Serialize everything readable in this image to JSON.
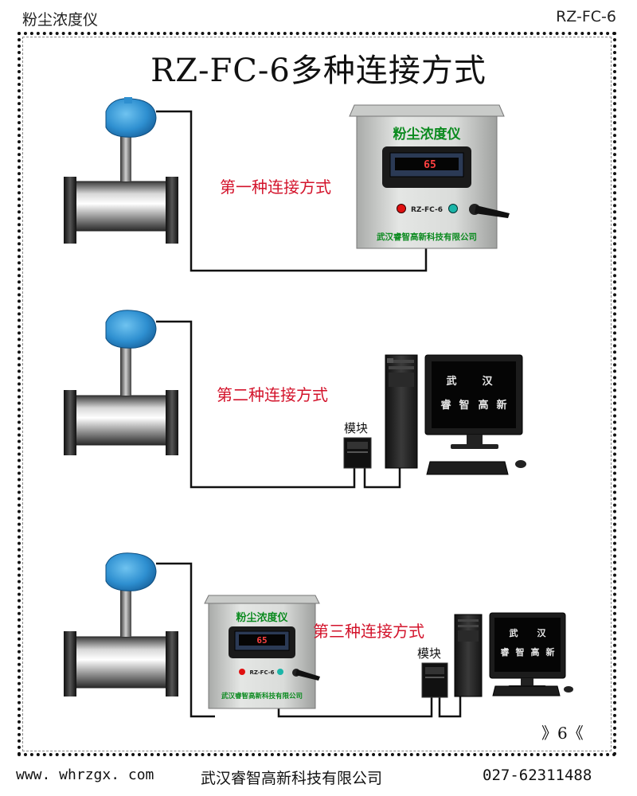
{
  "header": {
    "left": "粉尘浓度仪",
    "right": "RZ-FC-6"
  },
  "title": "RZ-FC-6多种连接方式",
  "methods": [
    "第一种连接方式",
    "第二种连接方式",
    "第三种连接方式"
  ],
  "module_label": "模块",
  "device": {
    "name": "粉尘浓度仪",
    "model": "RZ-FC-6",
    "reading": "65",
    "company": "武汉睿智高新科技有限公司"
  },
  "monitor_text": [
    "武",
    "汉",
    "睿",
    "智",
    "高",
    "新"
  ],
  "page_number": "》6《",
  "footer": {
    "url": "www. whrzgx. com",
    "company": "武汉睿智高新科技有限公司",
    "phone": "027-62311488"
  }
}
